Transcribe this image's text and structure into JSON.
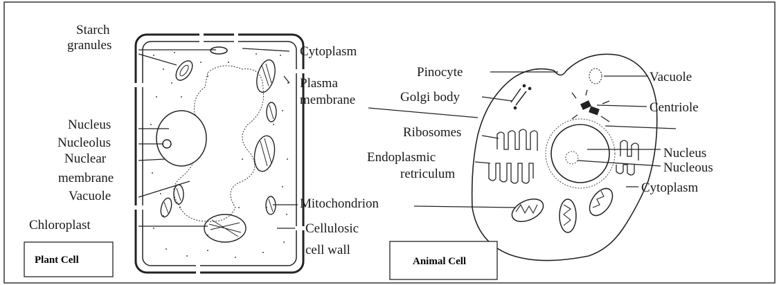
{
  "plant_cell": {
    "caption": "Plant Cell",
    "labels": {
      "starch_line1": "Starch",
      "starch_line2": "granules",
      "cytoplasm": "Cytoplasm",
      "plasma_line1": "Plasma",
      "plasma_line2": "membrane",
      "nucleus": "Nucleus",
      "nucleolus": "Nucleolus",
      "nuclear_line1": "Nuclear",
      "nuclear_line2": "membrane",
      "vacuole": "Vacuole",
      "mitochondrion": "Mitochondrion",
      "chloroplast": "Chloroplast",
      "wall_line1": "Cellulosic",
      "wall_line2": "cell wall"
    }
  },
  "animal_cell": {
    "caption": "Animal Cell",
    "labels": {
      "pinocyte": "Pinocyte",
      "vacuole": "Vacuole",
      "golgi": "Golgi body",
      "centriole": "Centriole",
      "ribosomes": "Ribosomes",
      "nucleus": "Nucleus",
      "nucleous": "Nucleous",
      "er_line1": "Endoplasmic",
      "er_line2": "retriculum",
      "cytoplasm": "Cytoplasm"
    }
  },
  "colors": {
    "ink": "#222222",
    "frame": "#333333",
    "background": "#ffffff"
  }
}
